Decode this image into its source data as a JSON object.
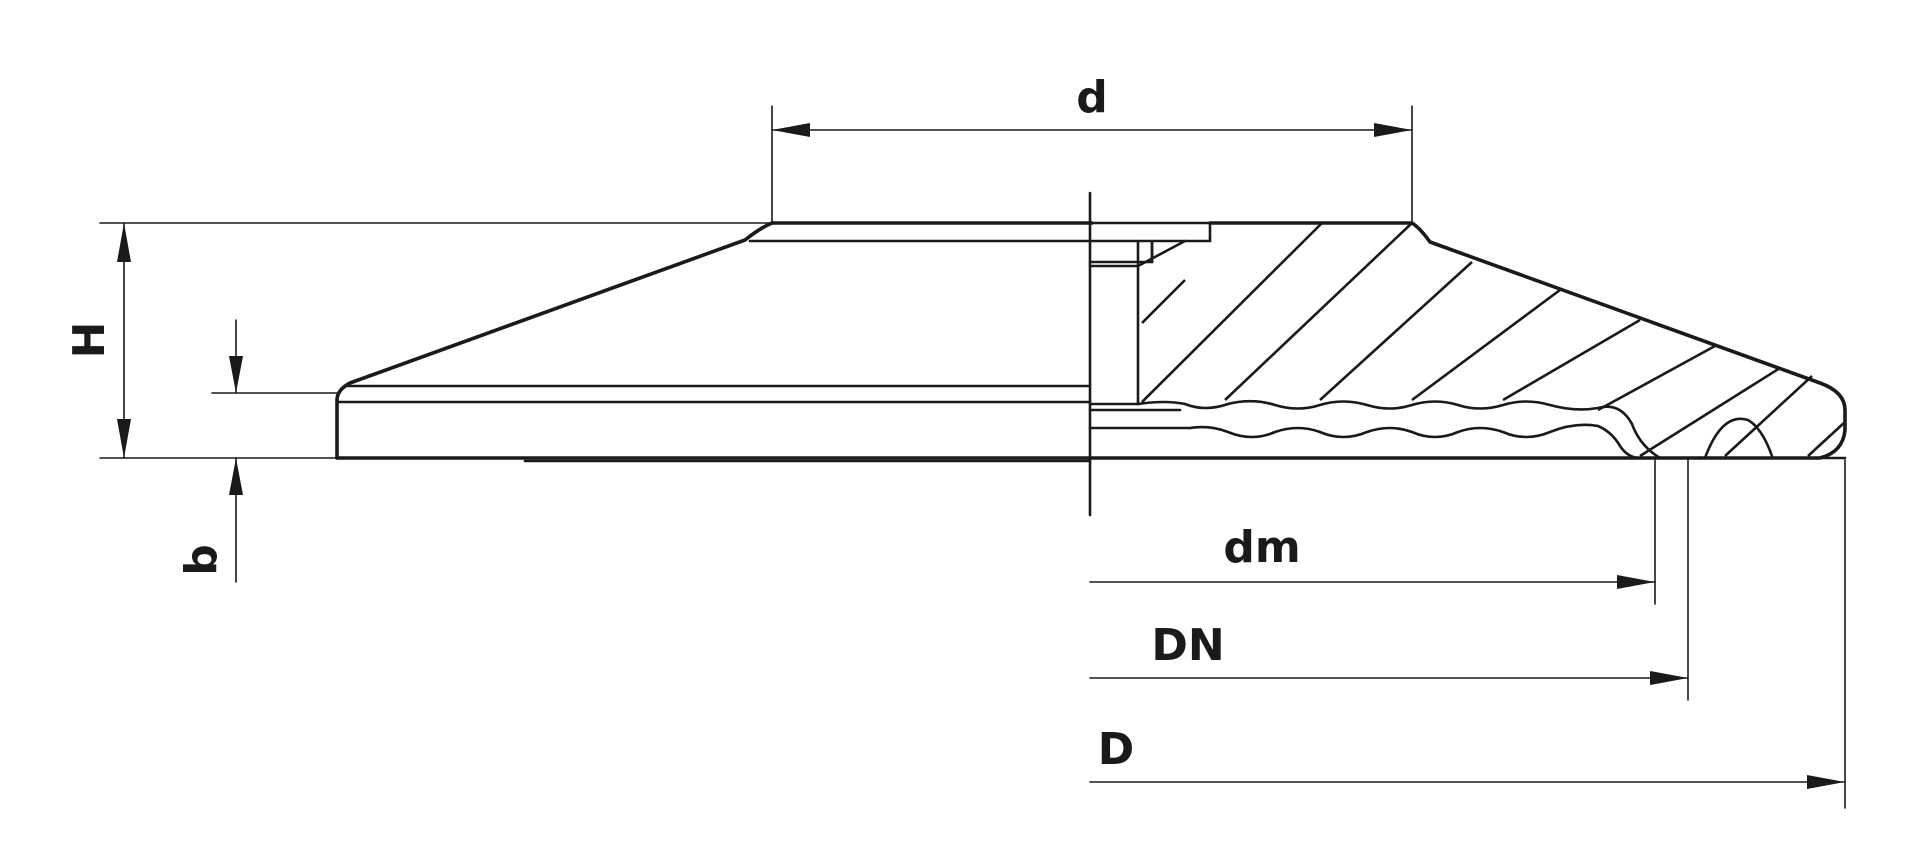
{
  "labels": {
    "d": "d",
    "H": "H",
    "b": "b",
    "dm": "dm",
    "DN": "DN",
    "D": "D"
  },
  "colors": {
    "line": "#1a1a1a",
    "background": "#ffffff"
  }
}
